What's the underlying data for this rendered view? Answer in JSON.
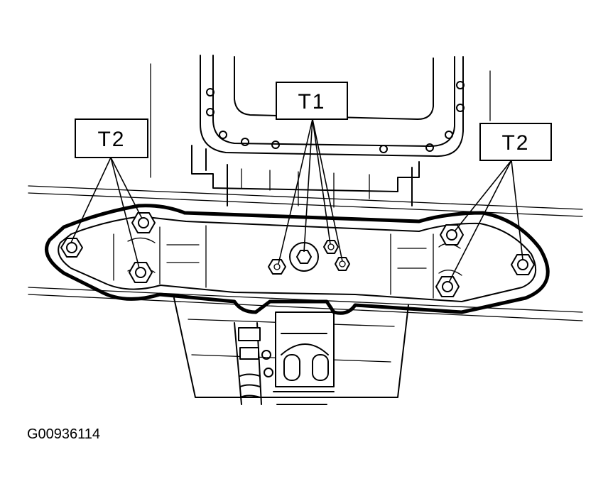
{
  "labels": {
    "t1": "T1",
    "t2_left": "T2",
    "t2_right": "T2"
  },
  "figure_id": "G00936114",
  "colors": {
    "ink": "#000000",
    "paper": "#ffffff"
  }
}
